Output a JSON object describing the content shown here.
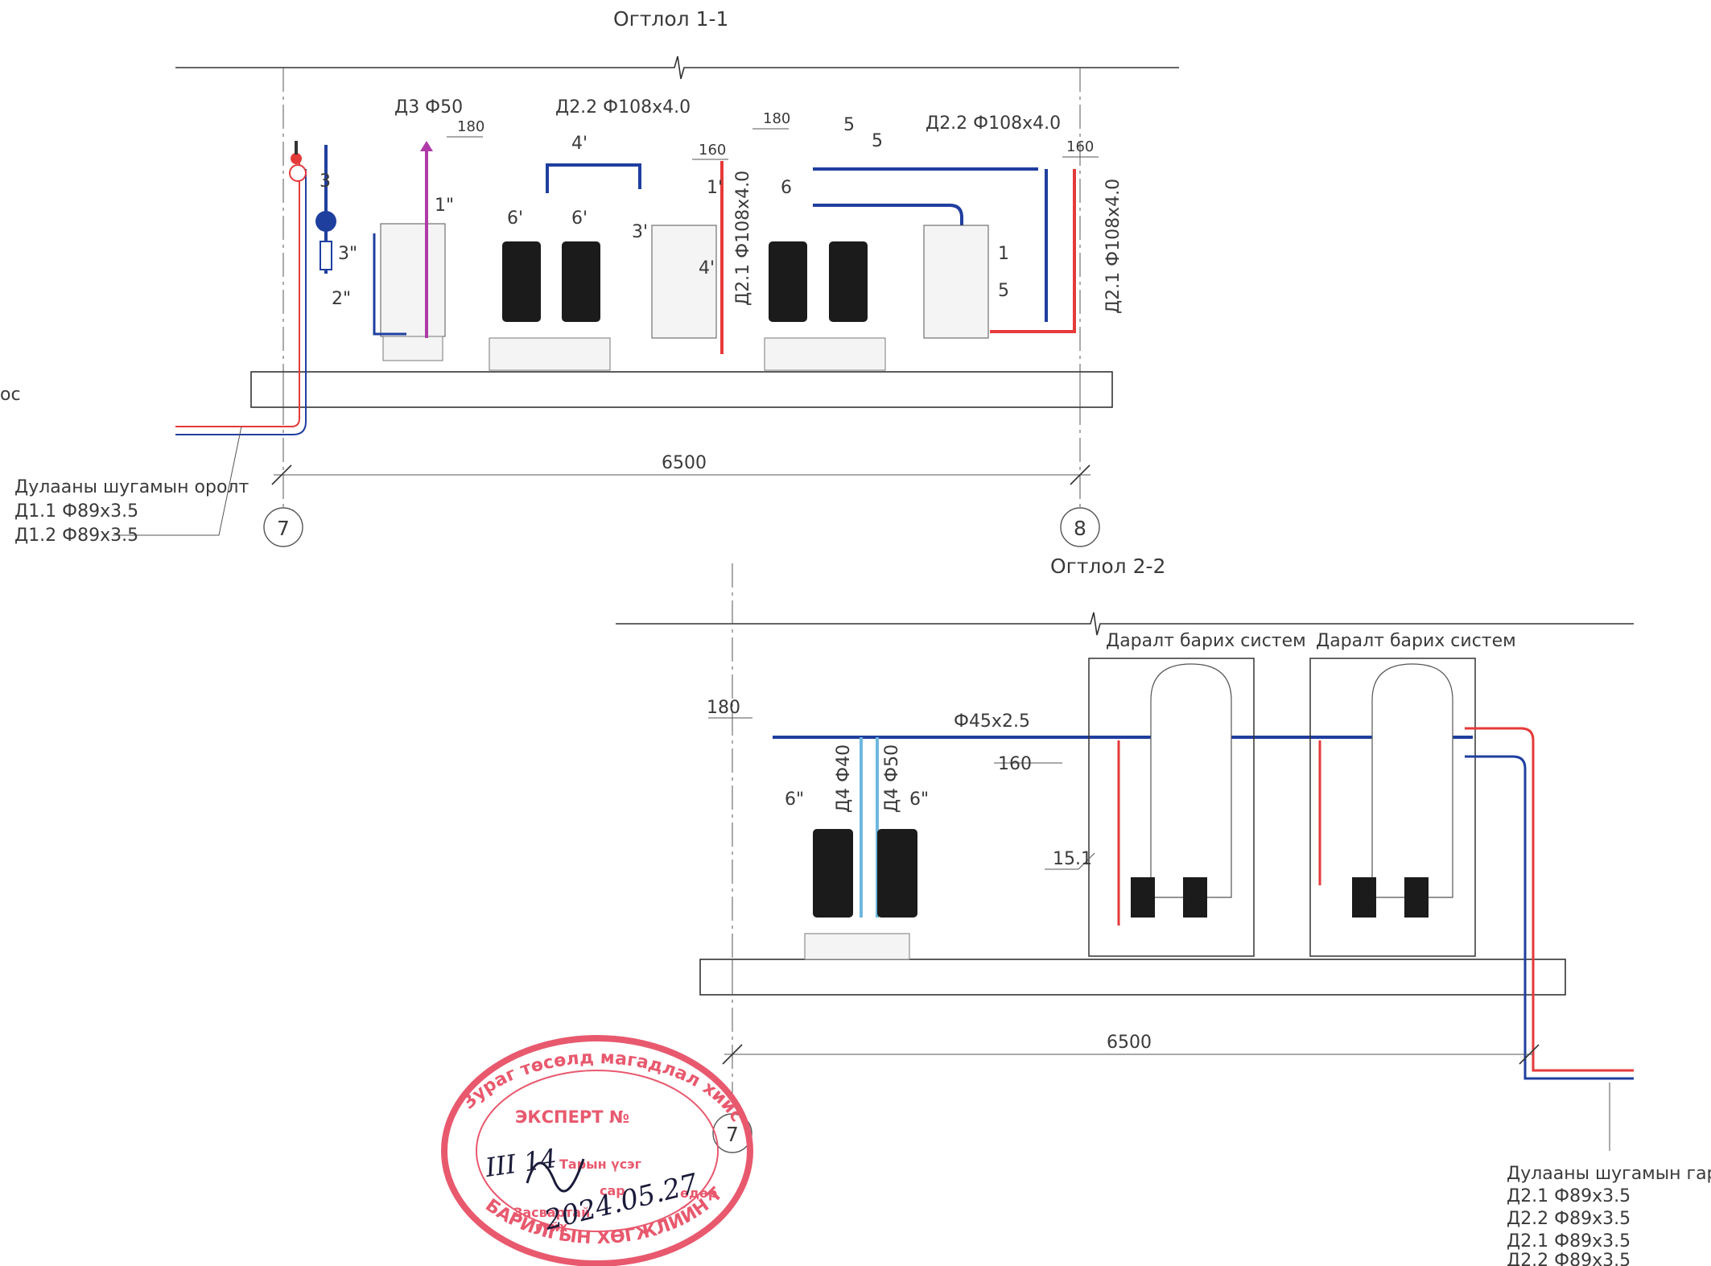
{
  "sections": {
    "s1_title": "Огтлол 1-1",
    "s2_title": "Огтлол 2-2"
  },
  "axes": {
    "a7": "7",
    "a8": "8",
    "a7b": "7"
  },
  "dims": {
    "span_1": "6500",
    "span_2": "6500",
    "h180_a": "180",
    "h180_b": "180",
    "h160_a": "160",
    "h160_b": "160",
    "h180_s2": "180",
    "h160_s2": "160"
  },
  "pipes": {
    "d3": "Д3 Ф50",
    "d22_a": "Д2.2 Ф108х4.0",
    "d22_b": "Д2.2 Ф108х4.0",
    "d21_a": "Д2.1 Ф108х4.0",
    "d21_b": "Д2.1 Ф108х4.0",
    "f45": "Ф45х2.5",
    "d4_40": "Д4 Ф40",
    "d4_50": "Д4 Ф50"
  },
  "marks": {
    "m3": "3",
    "m3pp": "3\"",
    "m2pp": "2\"",
    "m1pp": "1\"",
    "m4p": "4'",
    "m6p_a": "6'",
    "m6p_b": "6'",
    "m3p": "3'",
    "m1p": "1'",
    "m4p_b": "4'",
    "m5_a": "5",
    "m5_b": "5",
    "m6": "6",
    "m1": "1",
    "m5_c": "5",
    "m6pp_a": "6\"",
    "m6pp_b": "6\"",
    "m151": "15.1",
    "left_cut": "ос"
  },
  "systems": {
    "sys_a": "Даралт барих систем",
    "sys_b": "Даралт барих систем"
  },
  "inlet": {
    "title": "Дулааны шугамын оролт",
    "l1": "Д1.1 Ф89х3.5",
    "l2": "Д1.2 Ф89х3.5"
  },
  "outlet": {
    "title": "Дулааны шугамын гаралт",
    "l1": "Д2.1 Ф89х3.5",
    "l2": "Д2.2 Ф89х3.5",
    "l3": "Д2.1 Ф89х3.5",
    "l4": "Д2.2 Ф89х3.5"
  },
  "stamp": {
    "top_arc": "Зураг төсөлд магадлал хийсэн",
    "expert": "ЭКСПЕРТ №",
    "row1": "Тарын үсэг",
    "row2": "сар",
    "row3": "өдөр",
    "row4": "Засвартай",
    "row5": "гүйх",
    "bottom_arc": "БАРИЛГЫН ХӨГЖЛИЙН ТӨВ",
    "sig_num": "III 14",
    "sig_date": "2024.05.27"
  },
  "colors": {
    "supply": "#e53a3a",
    "return": "#1f3f9f",
    "stamp": "#e8596e",
    "light_blue": "#6fb7e0",
    "magenta": "#b03aa8"
  }
}
